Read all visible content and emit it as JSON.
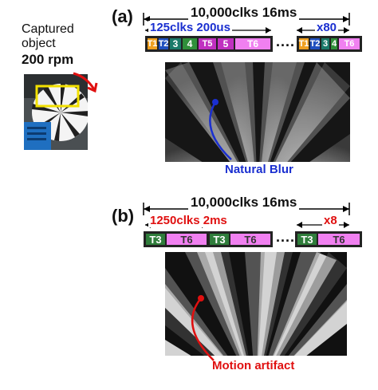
{
  "left_panel": {
    "caption_line1": "Captured",
    "caption_line2": "object",
    "rpm": "200 rpm"
  },
  "panel_a": {
    "label": "(a)",
    "total": "10,000clks 16ms",
    "sub": "125clks 200us",
    "repeat": "x80",
    "dots": "....",
    "segments": [
      "T1",
      "T2",
      "3",
      "4",
      "T5",
      "5",
      "T6"
    ],
    "annotation": "Natural Blur",
    "annotation_color": "#1a2fd0"
  },
  "panel_b": {
    "label": "(b)",
    "total": "10,000clks 16ms",
    "sub": "1250clks 2ms",
    "repeat": "x8",
    "dots": "....",
    "seg_green": "T3",
    "seg_pink": "T6",
    "annotation": "Motion artifact",
    "annotation_color": "#e01010"
  },
  "colors": {
    "orange": "#f0a020",
    "blue": "#2050c0",
    "teal": "#1b7a6a",
    "green": "#2f8f3a",
    "magenta": "#c030c0",
    "pink": "#f080f0",
    "dark_green": "#2f7d3b"
  }
}
